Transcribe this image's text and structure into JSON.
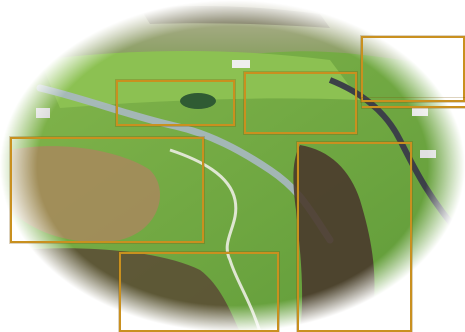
{
  "image": {
    "subject": "aerial-valley-landscape",
    "frame_shape": "vignette-oval"
  },
  "colors": {
    "grass_light": "#7fb24a",
    "grass_dark": "#4d8a2f",
    "forest": "#4a3a2c",
    "river": "#aab8c0",
    "road": "#3c4048",
    "box_outline": "#c9901f"
  },
  "regions": [
    {
      "name": "region-box-1"
    },
    {
      "name": "region-box-2"
    },
    {
      "name": "region-box-3"
    },
    {
      "name": "region-box-4"
    },
    {
      "name": "region-box-5"
    },
    {
      "name": "region-box-6"
    },
    {
      "name": "region-box-7"
    }
  ]
}
